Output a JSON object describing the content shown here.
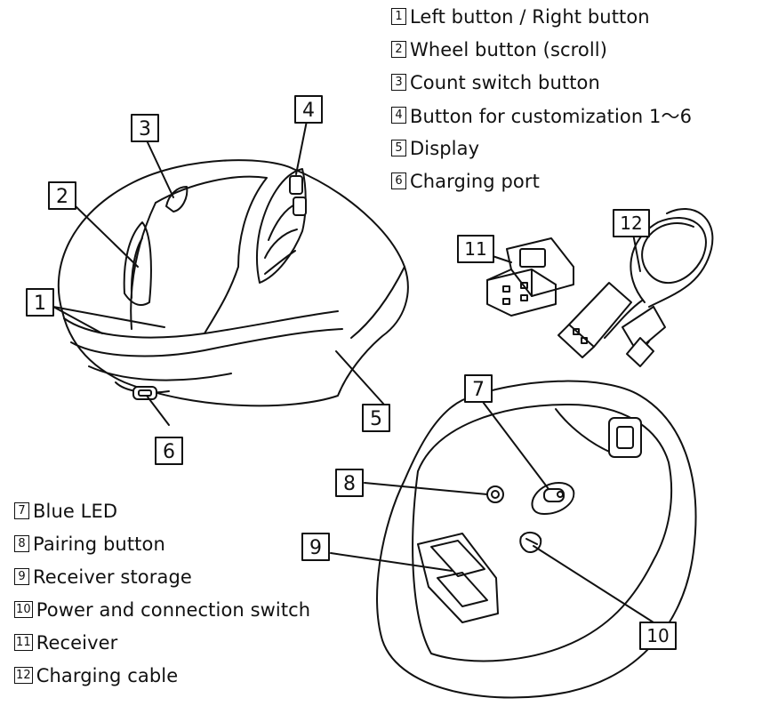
{
  "legend_top": [
    {
      "num": "1",
      "text": "Left button / Right button"
    },
    {
      "num": "2",
      "text": "Wheel button (scroll)"
    },
    {
      "num": "3",
      "text": "Count switch button"
    },
    {
      "num": "4",
      "text": "Button for customization 1～6"
    },
    {
      "num": "5",
      "text": "Display"
    },
    {
      "num": "6",
      "text": "Charging port"
    }
  ],
  "legend_bottom": [
    {
      "num": "7",
      "text": "Blue LED"
    },
    {
      "num": "8",
      "text": "Pairing button"
    },
    {
      "num": "9",
      "text": "Receiver storage"
    },
    {
      "num": "10",
      "text": "Power and connection switch"
    },
    {
      "num": "11",
      "text": "Receiver"
    },
    {
      "num": "12",
      "text": "Charging cable"
    }
  ],
  "callouts": {
    "c1": "1",
    "c2": "2",
    "c3": "3",
    "c4": "4",
    "c5": "5",
    "c6": "6",
    "c7": "7",
    "c8": "8",
    "c9": "9",
    "c10": "10",
    "c11": "11",
    "c12": "12"
  }
}
